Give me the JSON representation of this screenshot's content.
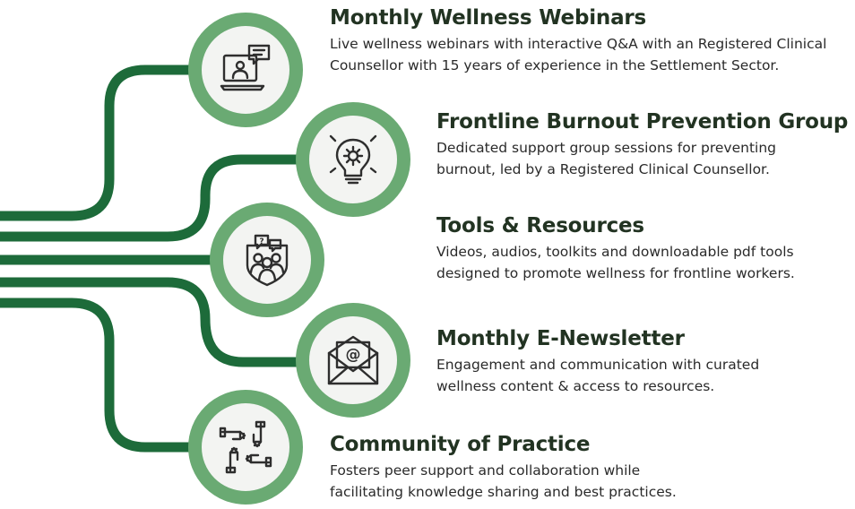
{
  "colors": {
    "line": "#1d6b3a",
    "ring": "#6aaa73",
    "node_fill": "#f3f4f2",
    "title": "#223322",
    "text": "#2a2a2a"
  },
  "items": [
    {
      "title": "Monthly Wellness Webinars",
      "lines": [
        "Live wellness webinars with interactive Q&A with an Registered Clinical",
        "Counsellor with 15 years of experience in the Settlement Sector."
      ],
      "icon": "laptop-chat-icon"
    },
    {
      "title": "Frontline Burnout Prevention Group",
      "lines": [
        "Dedicated support group sessions for preventing",
        "burnout, led by a Registered Clinical Counsellor."
      ],
      "icon": "lightbulb-gear-icon"
    },
    {
      "title": "Tools & Resources",
      "lines": [
        "Videos, audios, toolkits and downloadable pdf tools",
        "designed to promote wellness for frontline workers."
      ],
      "icon": "group-shield-icon"
    },
    {
      "title": "Monthly E-Newsletter",
      "lines": [
        "Engagement and communication with curated",
        "wellness content & access to resources."
      ],
      "icon": "email-envelope-icon"
    },
    {
      "title": "Community of Practice",
      "lines": [
        "Fosters peer support and collaboration while",
        "facilitating knowledge sharing and best practices."
      ],
      "icon": "joined-hands-icon"
    }
  ]
}
